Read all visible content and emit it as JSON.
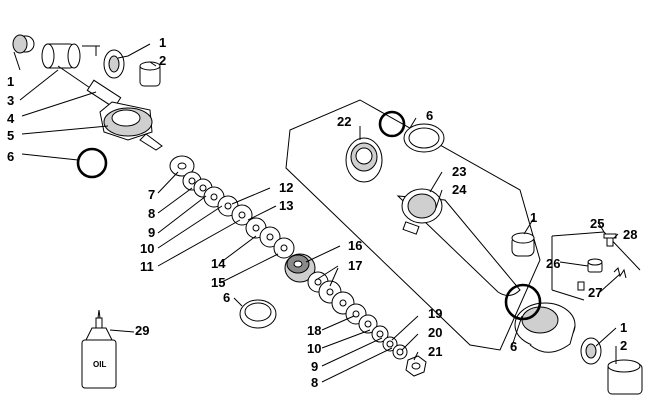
{
  "diagram": {
    "labels": {
      "c1": "1",
      "c2": "2",
      "c3": "3",
      "c4": "4",
      "c5": "5",
      "c6": "6",
      "c7": "7",
      "c8": "8",
      "c9": "9",
      "c10": "10",
      "c11": "11",
      "c12": "12",
      "c13": "13",
      "c14": "14",
      "c15": "15",
      "c16": "16",
      "c17": "17",
      "c18": "18",
      "c19": "19",
      "c20": "20",
      "c21": "21",
      "c22": "22",
      "c23": "23",
      "c24": "24",
      "c25": "25",
      "c26": "26",
      "c27": "27",
      "c28": "28",
      "c29": "29"
    },
    "bottle_text": "OIL"
  }
}
